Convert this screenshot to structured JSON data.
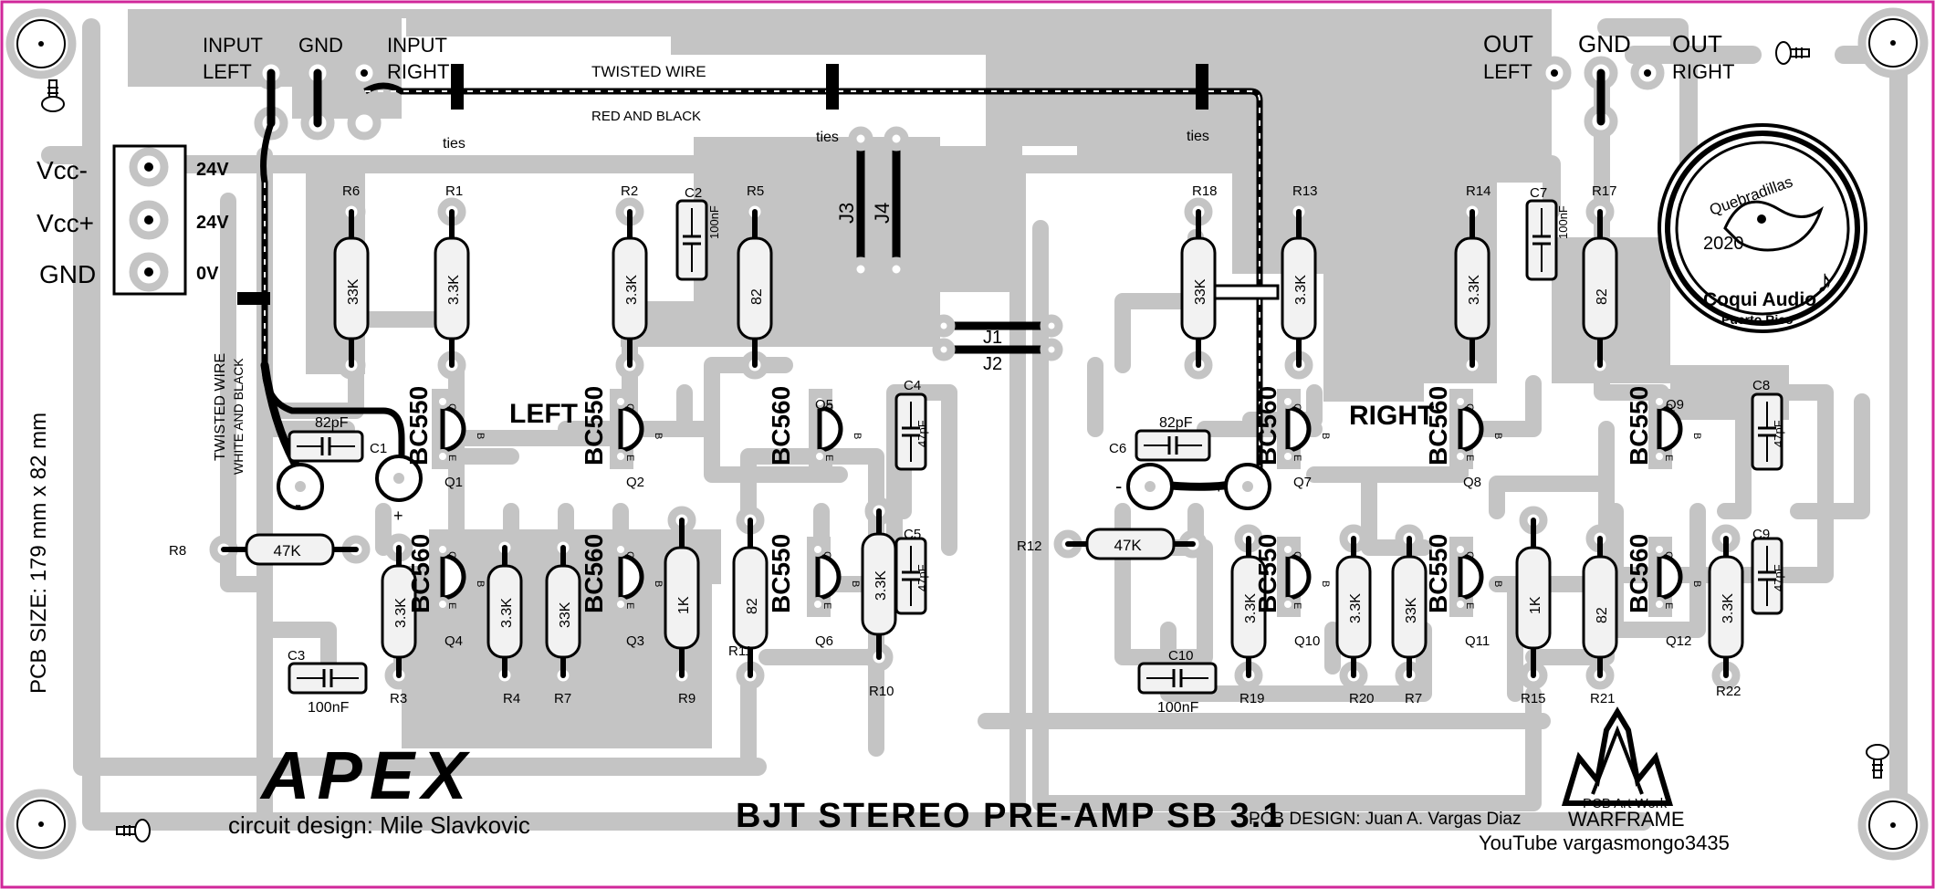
{
  "title": "BJT STEREO PRE-AMP SB 3.1",
  "credits": {
    "logo": "APEX",
    "circuit_design": "circuit design: Mile Slavkovic",
    "pcb_design": "PCB DESIGN: Juan A. Vargas Diaz",
    "youtube": "YouTube vargasmongo3435",
    "artwork": "PCB Art Work",
    "warframe": "WARFRAME",
    "pcb_size": "PCB SIZE: 179 mm x 82 mm"
  },
  "badge": {
    "top": "Quebradillas",
    "year": "2020",
    "name": "Coqui Audio",
    "place": "Puerto Rico"
  },
  "power": {
    "labels": [
      "Vcc-",
      "Vcc+",
      "GND"
    ],
    "volts": [
      "24V",
      "24V",
      "0V"
    ]
  },
  "inputs": {
    "left1": "INPUT",
    "left2": "LEFT",
    "gnd": "GND",
    "right1": "INPUT",
    "right2": "RIGHT"
  },
  "outputs": {
    "left1": "OUT",
    "left2": "LEFT",
    "gnd": "GND",
    "right1": "OUT",
    "right2": "RIGHT"
  },
  "wiring": {
    "twisted1": "TWISTED WIRE",
    "twisted2": "RED AND BLACK",
    "twisted3": "TWISTED WIRE",
    "twisted4": "WHITE AND BLACK",
    "ties": "ties"
  },
  "jumpers": [
    "J1",
    "J2",
    "J3",
    "J4"
  ],
  "channels": {
    "left": "LEFT",
    "right": "RIGHT"
  },
  "resistors": [
    {
      "ref": "R6",
      "value": "33K"
    },
    {
      "ref": "R1",
      "value": "3.3K"
    },
    {
      "ref": "R2",
      "value": "3.3K"
    },
    {
      "ref": "R5",
      "value": "82"
    },
    {
      "ref": "R8",
      "value": "47K"
    },
    {
      "ref": "R3",
      "value": "3.3K"
    },
    {
      "ref": "R4",
      "value": "3.3K"
    },
    {
      "ref": "R7",
      "value": "33K"
    },
    {
      "ref": "R9",
      "value": "1K"
    },
    {
      "ref": "R11",
      "value": "82"
    },
    {
      "ref": "R10",
      "value": "3.3K"
    },
    {
      "ref": "R18",
      "value": "33K"
    },
    {
      "ref": "R13",
      "value": "3.3K"
    },
    {
      "ref": "R14",
      "value": "3.3K"
    },
    {
      "ref": "R17",
      "value": "82"
    },
    {
      "ref": "R12",
      "value": "47K"
    },
    {
      "ref": "R19",
      "value": "3.3K"
    },
    {
      "ref": "R20",
      "value": "3.3K"
    },
    {
      "ref": "R7",
      "value": "33K"
    },
    {
      "ref": "R15",
      "value": "1K"
    },
    {
      "ref": "R21",
      "value": "82"
    },
    {
      "ref": "R22",
      "value": "3.3K"
    }
  ],
  "capacitors": [
    {
      "ref": "C1",
      "value": "82pF"
    },
    {
      "ref": "C2",
      "value": "100nF"
    },
    {
      "ref": "C3",
      "value": "100nF"
    },
    {
      "ref": "C4",
      "value": "47pF"
    },
    {
      "ref": "C5",
      "value": "47pF"
    },
    {
      "ref": "C6",
      "value": "82pF"
    },
    {
      "ref": "C7",
      "value": "100nF"
    },
    {
      "ref": "C8",
      "value": "47pF"
    },
    {
      "ref": "C9",
      "value": "47pF"
    },
    {
      "ref": "C10",
      "value": "100nF"
    }
  ],
  "transistors": [
    {
      "ref": "Q1",
      "type": "BC550"
    },
    {
      "ref": "Q2",
      "type": "BC550"
    },
    {
      "ref": "Q3",
      "type": "BC560"
    },
    {
      "ref": "Q4",
      "type": "BC560"
    },
    {
      "ref": "Q5",
      "type": "BC560"
    },
    {
      "ref": "Q6",
      "type": "BC550"
    },
    {
      "ref": "Q7",
      "type": "BC560"
    },
    {
      "ref": "Q8",
      "type": "BC560"
    },
    {
      "ref": "Q9",
      "type": "BC550"
    },
    {
      "ref": "Q10",
      "type": "BC550"
    },
    {
      "ref": "Q11",
      "type": "BC550"
    },
    {
      "ref": "Q12",
      "type": "BC560"
    }
  ],
  "pins": {
    "c": "C",
    "b": "B",
    "e": "E",
    "minus": "-",
    "plus": "+"
  },
  "colors": {
    "copper": "#c4c4c4",
    "border": "#d0279a",
    "ink": "#000000"
  }
}
